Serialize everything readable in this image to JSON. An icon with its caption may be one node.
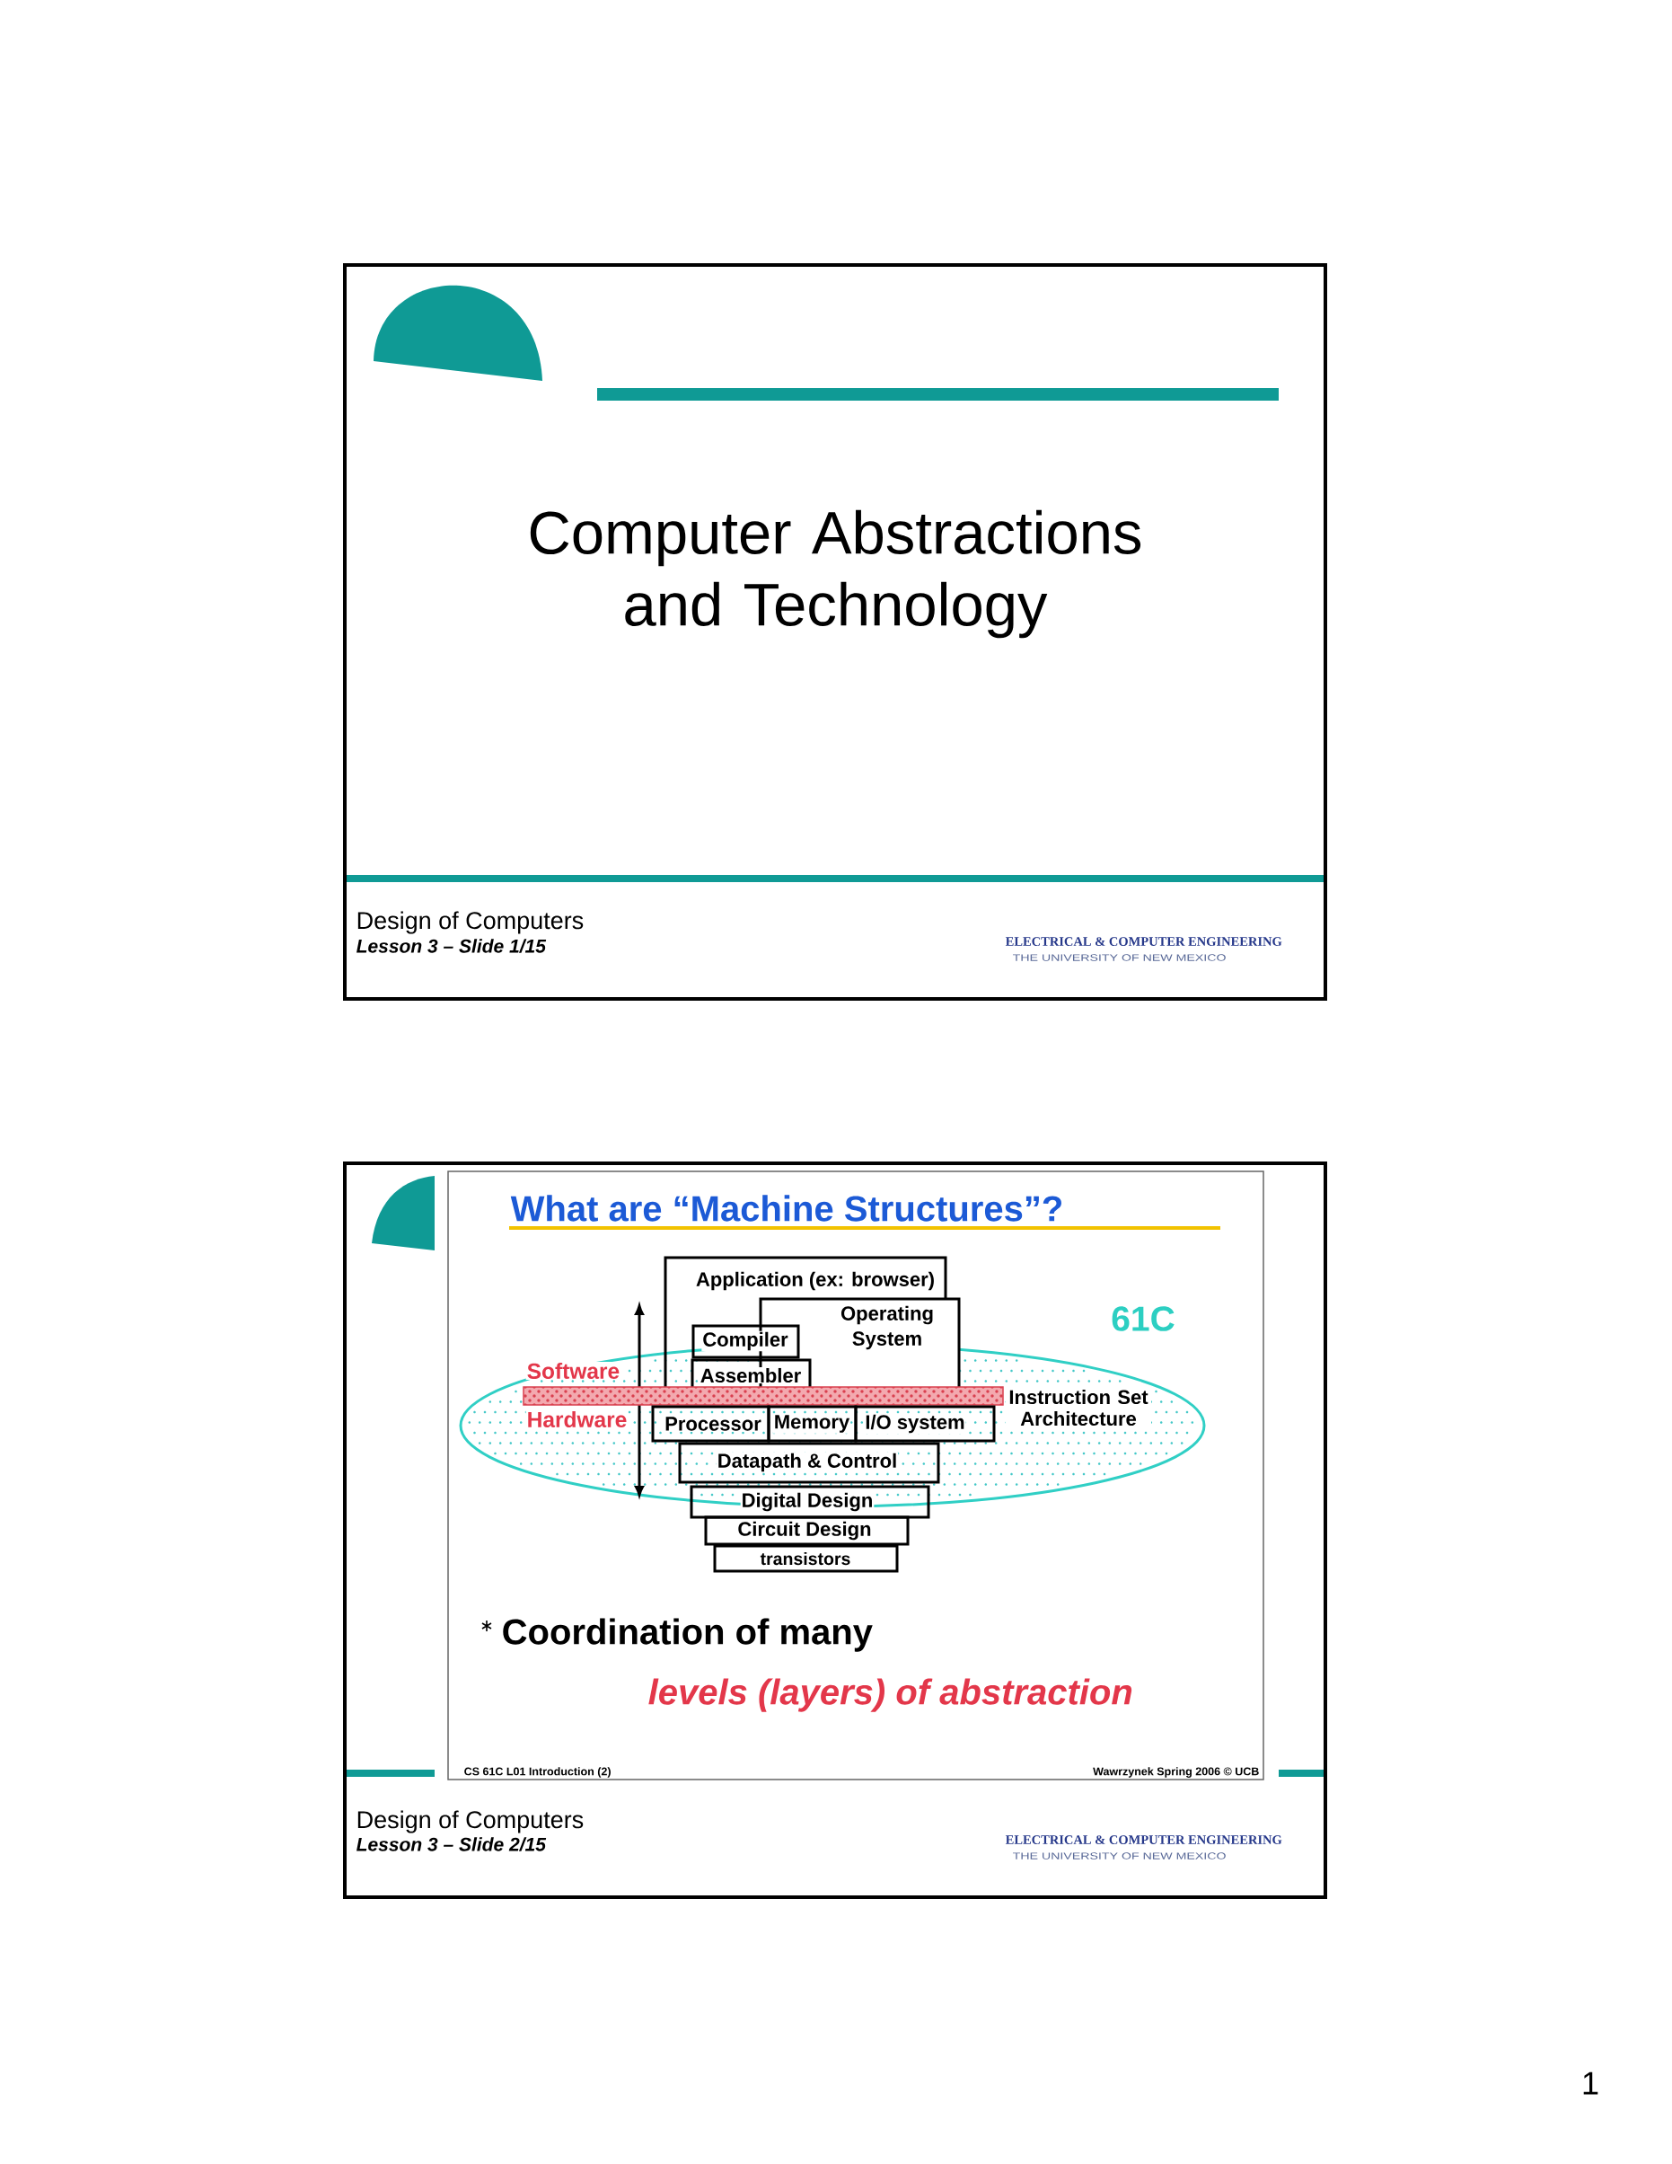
{
  "diagram": {
    "nodes": [
      {
        "text": [
          "Computer Abstractions and Technology",
          "Design of Computers",
          "Lesson 3 – Slide 1/15",
          "ELECTRICAL & COMPUTER ENGINEERING",
          "THE UNIVERSITY OF NEW MEXICO"
        ]
      },
      {
        "text": [
          "Design of Computers",
          "Lesson 3 – Slide 2/15",
          "ELECTRICAL & COMPUTER ENGINEERING",
          "THE UNIVERSITY OF NEW MEXICO"
        ]
      },
      {
        "text": [
          "What are “Machine Structures”?",
          "61C",
          "Software",
          "Hardware",
          "Coordination of many",
          "levels (layers) of abstraction",
          "CS 61C L01 Introduction (2)",
          "Wawrzynek Spring 2006 © UCB"
        ],
        "in": 1
      },
      {
        "text": [
          "Application (ex: browser)"
        ],
        "in": 2
      },
      {
        "text": [
          "Operating System"
        ],
        "in": 2
      },
      {
        "text": [
          "Compiler"
        ],
        "in": 3
      },
      {
        "text": [
          "Assembler"
        ],
        "in": 3
      },
      {
        "text": [],
        "shape": "bar",
        "beside": [
          "Instruction Set Architecture"
        ],
        "in": 2
      },
      {
        "text": [
          "Processor"
        ],
        "in": 2
      },
      {
        "text": [
          "Memory"
        ],
        "in": 2
      },
      {
        "text": [
          "I/O system"
        ],
        "in": 2
      },
      {
        "text": [
          "Datapath & Control"
        ],
        "in": 2
      },
      {
        "text": [
          "Digital Design"
        ],
        "in": 2
      },
      {
        "text": [
          "Circuit Design"
        ],
        "in": 2
      },
      {
        "text": [
          "transistors"
        ],
        "in": 2
      }
    ],
    "labels": [
      "1"
    ]
  }
}
